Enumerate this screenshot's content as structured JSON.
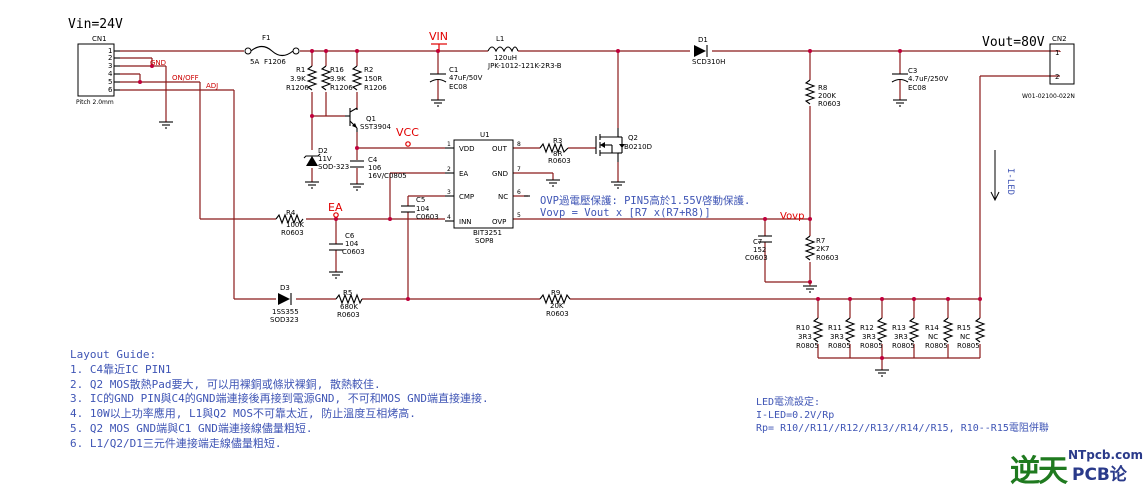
{
  "title_vin": "Vin=24V",
  "title_vout": "Vout=80V",
  "net_labels": {
    "vin": "VIN",
    "vcc": "VCC",
    "ea": "EA",
    "vovp": "Vovp",
    "gnd": "GND",
    "onoff": "ON/OFF",
    "adj": "ADJ"
  },
  "cn1": {
    "ref": "CN1",
    "pins": [
      "1",
      "2",
      "3",
      "4",
      "5",
      "6"
    ],
    "note": "Pitch 2.0mm"
  },
  "cn2": {
    "ref": "CN2",
    "pins": [
      "1",
      "2"
    ],
    "note": "W01-02100-022N"
  },
  "f1": {
    "ref": "F1",
    "value": "5A",
    "package": "F1206"
  },
  "r1": {
    "ref": "R1",
    "value": "3.9K",
    "package": "R1206"
  },
  "r16": {
    "ref": "R16",
    "value": "3.9K",
    "package": "R1206"
  },
  "r2": {
    "ref": "R2",
    "value": "150R",
    "package": "R1206"
  },
  "c1": {
    "ref": "C1",
    "value": "47uF/50V",
    "package": "EC08"
  },
  "l1": {
    "ref": "L1",
    "value": "120uH",
    "package": "JPK-1012-121K-2R3-B"
  },
  "d1": {
    "ref": "D1",
    "package": "SCD310H"
  },
  "c3": {
    "ref": "C3",
    "value": "4.7uF/250V",
    "package": "EC08"
  },
  "r8": {
    "ref": "R8",
    "value": "200K",
    "package": "R0603"
  },
  "q1": {
    "ref": "Q1",
    "value": "SST3904"
  },
  "d2": {
    "ref": "D2",
    "value": "11V",
    "package": "SOD-323"
  },
  "c4": {
    "ref": "C4",
    "value": "106",
    "package": "16V/C0805"
  },
  "u1": {
    "ref": "U1",
    "part": "BIT3251",
    "package": "SOP8",
    "pins_left": [
      {
        "n": "1",
        "name": "VDD"
      },
      {
        "n": "2",
        "name": "EA"
      },
      {
        "n": "3",
        "name": "CMP"
      },
      {
        "n": "4",
        "name": "INN"
      }
    ],
    "pins_right": [
      {
        "n": "8",
        "name": "OUT"
      },
      {
        "n": "7",
        "name": "GND"
      },
      {
        "n": "6",
        "name": "NC"
      },
      {
        "n": "5",
        "name": "OVP"
      }
    ]
  },
  "r3": {
    "ref": "R3",
    "value": "8R",
    "package": "R0603"
  },
  "q2": {
    "ref": "Q2",
    "value": "B0210D"
  },
  "c5": {
    "ref": "C5",
    "value": "104",
    "package": "C0603"
  },
  "r4": {
    "ref": "R4",
    "value": "100K",
    "package": "R0603"
  },
  "c6": {
    "ref": "C6",
    "value": "104",
    "package": "C0603"
  },
  "c7": {
    "ref": "C7",
    "value": "152",
    "package": "C0603"
  },
  "r7": {
    "ref": "R7",
    "value": "2K7",
    "package": "R0603"
  },
  "d3": {
    "ref": "D3",
    "value": "1SS355",
    "package": "SOD323"
  },
  "r5": {
    "ref": "R5",
    "value": "680K",
    "package": "R0603"
  },
  "r9": {
    "ref": "R9",
    "value": "20K",
    "package": "R0603"
  },
  "sense_resistors": [
    {
      "ref": "R10",
      "value": "3R3",
      "package": "R0805"
    },
    {
      "ref": "R11",
      "value": "3R3",
      "package": "R0805"
    },
    {
      "ref": "R12",
      "value": "3R3",
      "package": "R0805"
    },
    {
      "ref": "R13",
      "value": "3R3",
      "package": "R0805"
    },
    {
      "ref": "R14",
      "value": "NC",
      "package": "R0805"
    },
    {
      "ref": "R15",
      "value": "NC",
      "package": "R0805"
    }
  ],
  "i_led_label": "I-LED",
  "ovp_note": {
    "line1": "OVP過電壓保護: PIN5高於1.55V啓動保護.",
    "line2": "Vovp = Vout x [R7 x(R7+R8)]"
  },
  "layout_guide": {
    "title": "Layout Guide:",
    "items": [
      "1. C4靠近IC PIN1",
      "2. Q2 MOS散熱Pad要大, 可以用裸銅或條狀裸銅, 散熱較佳.",
      "3. IC的GND PIN與C4的GND端連接後再接到電源GND, 不可和MOS GND端直接連接.",
      "4. 10W以上功率應用, L1與Q2 MOS不可靠太近, 防止溫度互相烤高.",
      "5. Q2 MOS GND端與C1 GND端連接線儘量粗短.",
      "6. L1/Q2/D1三元件連接端走線儘量粗短."
    ]
  },
  "led_note": {
    "title": "LED電流設定:",
    "line1": "I-LED=0.2V/Rp",
    "line2": "Rp= R10//R11//R12//R13//R14//R15, R10--R15電阻併聯"
  },
  "logo": {
    "main": "逆天",
    "sup": "NTpcb.com",
    "sub": "PCB论坛"
  }
}
